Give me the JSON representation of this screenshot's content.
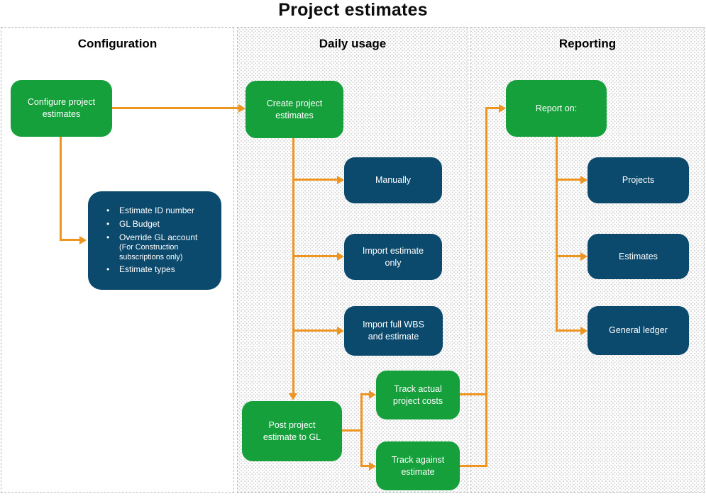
{
  "title": "Project estimates",
  "panels": {
    "configuration": {
      "label": "Configuration"
    },
    "daily_usage": {
      "label": "Daily usage"
    },
    "reporting": {
      "label": "Reporting"
    }
  },
  "nodes": {
    "configure": {
      "label": "Configure project\nestimates"
    },
    "create": {
      "label": "Create project\nestimates"
    },
    "manually": {
      "label": "Manually"
    },
    "import_estimate": {
      "label": "Import estimate\nonly"
    },
    "import_wbs": {
      "label": "Import full WBS\nand estimate"
    },
    "post": {
      "label": "Post project\nestimate to GL"
    },
    "track_actual": {
      "label": "Track actual\nproject costs"
    },
    "track_against": {
      "label": "Track against\nestimate"
    },
    "report_on": {
      "label": "Report on:"
    },
    "projects": {
      "label": "Projects"
    },
    "estimates": {
      "label": "Estimates"
    },
    "general_ledger": {
      "label": "General ledger"
    }
  },
  "config_details": {
    "items": [
      "Estimate ID number",
      "GL Budget",
      "Override GL account",
      "Estimate types"
    ],
    "override_note": "(For Construction\nsubscriptions only)"
  },
  "colors": {
    "node_green": "#16A03C",
    "node_blue": "#0C4A6D",
    "connector_orange": "#ED9421"
  }
}
